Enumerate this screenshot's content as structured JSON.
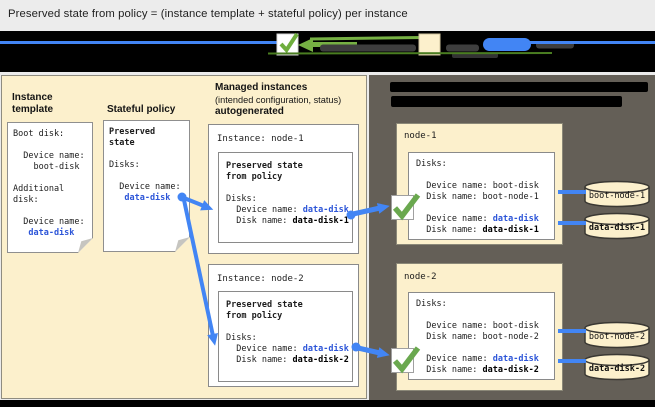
{
  "title": "Preserved state from policy = (instance template + stateful policy) per instance",
  "colors": {
    "accent_blue": "#4285f4",
    "value_blue": "#2c55d8",
    "check_green": "#6aa84f",
    "panel_cream": "#fcf0cc",
    "panel_dark": "#645f57"
  },
  "legend": {
    "icons": [
      "checkmark",
      "left-arrow",
      "instance-template-box",
      "disk-pill"
    ]
  },
  "left": {
    "instance_template": {
      "label": "Instance template",
      "note": {
        "boot_heading": "Boot disk:",
        "device_label": "  Device name:",
        "boot_value": "    boot-disk",
        "additional_1": "Additional",
        "additional_2": "disk:",
        "device_label_2": "  Device name:",
        "data_value": "   data-disk"
      }
    },
    "stateful_policy": {
      "label": "Stateful policy",
      "note": {
        "heading_1": "Preserved",
        "heading_2": "state",
        "disks_label": "Disks:",
        "device_label": "  Device name:",
        "device_value": "   data-disk"
      }
    },
    "managed_instances": {
      "heading": "Managed instances",
      "subheading": "(intended configuration, status)",
      "subheading_2": "autogenerated",
      "instances": [
        {
          "title": "Instance: node-1",
          "preserved_1": "Preserved state",
          "preserved_2": "from policy",
          "disks_label": "Disks:",
          "device_label": "  Device name: ",
          "device_value": "data-disk",
          "disk_label": "  Disk name: ",
          "disk_value": "data-disk-1"
        },
        {
          "title": "Instance: node-2",
          "preserved_1": "Preserved state",
          "preserved_2": "from policy",
          "disks_label": "Disks:",
          "device_label": "  Device name: ",
          "device_value": "data-disk",
          "disk_label": "  Disk name: ",
          "disk_value": "data-disk-2"
        }
      ]
    }
  },
  "right": {
    "nodes": [
      {
        "name": "node-1",
        "disks_label": "Disks:",
        "boot_device_label": "  Device name: ",
        "boot_device_value": "boot-disk",
        "boot_disk_label": "  Disk name: ",
        "boot_disk_value": "boot-node-1",
        "data_device_label": "  Device name: ",
        "data_device_value": "data-disk",
        "data_disk_label": "  Disk name: ",
        "data_disk_value": "data-disk-1"
      },
      {
        "name": "node-2",
        "disks_label": "Disks:",
        "boot_device_label": "  Device name: ",
        "boot_device_value": "boot-disk",
        "boot_disk_label": "  Disk name: ",
        "boot_disk_value": "boot-node-2",
        "data_device_label": "  Device name: ",
        "data_device_value": "data-disk",
        "data_disk_label": "  Disk name: ",
        "data_disk_value": "data-disk-2"
      }
    ],
    "cylinders": [
      {
        "label": "boot-node-1"
      },
      {
        "label": "data-disk-1"
      },
      {
        "label": "boot-node-2"
      },
      {
        "label": "data-disk-2"
      }
    ]
  }
}
